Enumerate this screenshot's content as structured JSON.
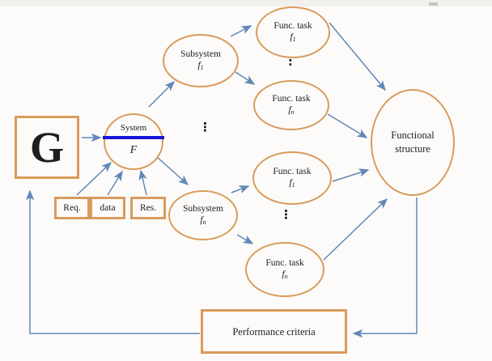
{
  "diagram": {
    "colors": {
      "node_border": "#D99B5C",
      "arrow": "#6287B8",
      "system_divider": "#1616D6",
      "text": "#1f1e1c",
      "background": "#fcfbf9"
    },
    "nodes": {
      "goal": {
        "label": "G"
      },
      "system": {
        "title": "System",
        "symbol": "F"
      },
      "inputs": {
        "req": "Req.",
        "data": "data",
        "res": "Res."
      },
      "subsystems": [
        {
          "title": "Subsystem",
          "symbol": "f",
          "subscript": "1"
        },
        {
          "title": "Subsystem",
          "symbol": "f",
          "subscript": "n"
        }
      ],
      "func_tasks": [
        {
          "title": "Func. task",
          "symbol": "f",
          "subscript": "1"
        },
        {
          "title": "Func. task",
          "symbol": "f",
          "subscript": "n"
        },
        {
          "title": "Func. task",
          "symbol": "f",
          "subscript": "1"
        },
        {
          "title": "Func. task",
          "symbol": "f",
          "subscript": "n"
        }
      ],
      "functional_structure": {
        "title": "Functional structure"
      },
      "performance_criteria": {
        "title": "Performance criteria"
      }
    },
    "ellipsis_marks": {
      "between_subsystems": "⋮",
      "between_top_func_tasks": ":",
      "between_bottom_func_tasks": "⋮"
    }
  }
}
